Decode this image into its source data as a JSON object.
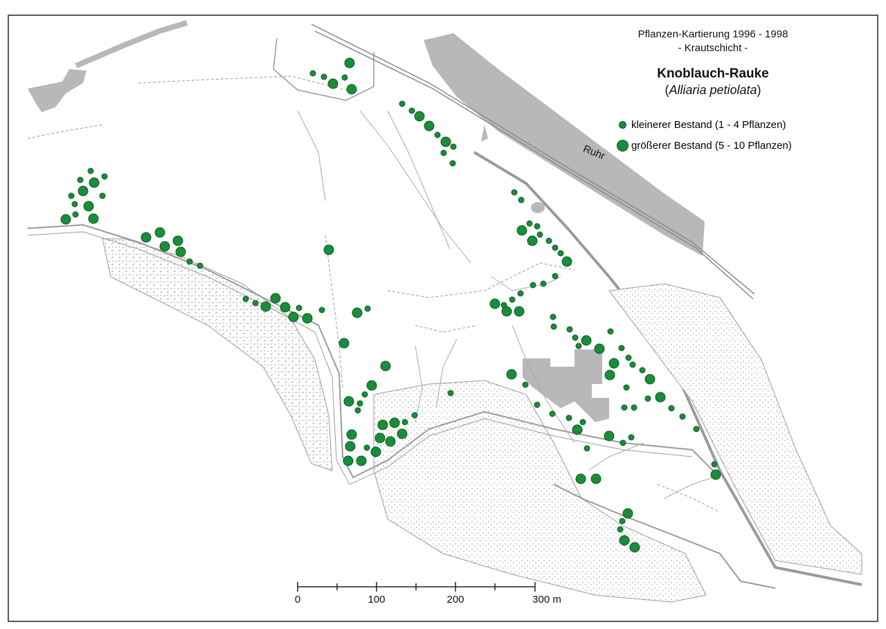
{
  "map": {
    "survey_title": "Pflanzen-Kartierung 1996 - 1998",
    "layer": "- Krautschicht -",
    "species_common": "Knoblauch-Rauke",
    "species_latin": "Alliaria petiolata",
    "river_label": "Ruhr",
    "legend": [
      {
        "symbol": "small",
        "label": "kleinerer Bestand (1 - 4 Pflanzen)"
      },
      {
        "symbol": "large",
        "label": "größerer Bestand (5 - 10 Pflanzen)"
      }
    ],
    "scale": {
      "labels": [
        "0",
        "100",
        "200",
        "300 m"
      ],
      "unit": "m",
      "max": 300
    },
    "colors": {
      "occurrence": "#1a8c3a",
      "water": "#b8b8b8",
      "line": "#9a9a9a"
    }
  }
}
